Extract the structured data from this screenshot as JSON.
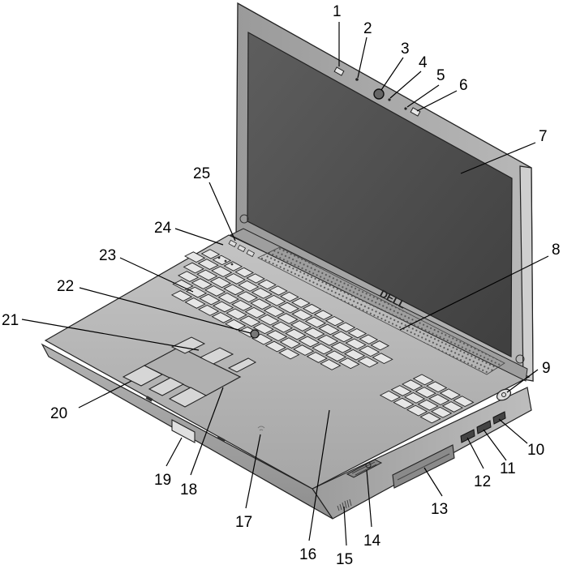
{
  "figure": {
    "brand_logo": "DELL",
    "callouts": [
      "1",
      "2",
      "3",
      "4",
      "5",
      "6",
      "7",
      "8",
      "9",
      "10",
      "11",
      "12",
      "13",
      "14",
      "15",
      "16",
      "17",
      "18",
      "19",
      "20",
      "21",
      "22",
      "23",
      "24",
      "25"
    ]
  }
}
